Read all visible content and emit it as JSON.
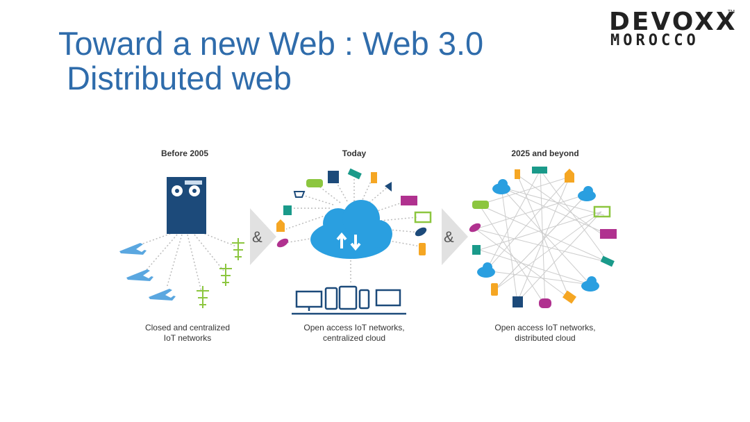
{
  "slide": {
    "title_line1": "Toward a new Web : Web 3.0",
    "title_line2": "Distributed web"
  },
  "logo": {
    "top_text": "DEVOXX",
    "bottom_text": "MOROCCO",
    "tm": "TM"
  },
  "panels": [
    {
      "heading": "Before 2005",
      "caption_line1": "Closed and centralized",
      "caption_line2": "IoT networks"
    },
    {
      "heading": "Today",
      "caption_line1": "Open access IoT networks,",
      "caption_line2": "centralized cloud"
    },
    {
      "heading": "2025 and beyond",
      "caption_line1": "Open access IoT networks,",
      "caption_line2": "distributed cloud"
    }
  ],
  "connectors": [
    "&",
    "&"
  ],
  "colors": {
    "title": "#2f6cab",
    "server": "#1c4a7a",
    "cloud": "#2a9fe0",
    "green": "#8cc63f",
    "teal": "#1a9a8a",
    "purple": "#b0318f",
    "orange": "#f5a623",
    "navy": "#1c4a7a",
    "device": "#1c4a7a"
  }
}
